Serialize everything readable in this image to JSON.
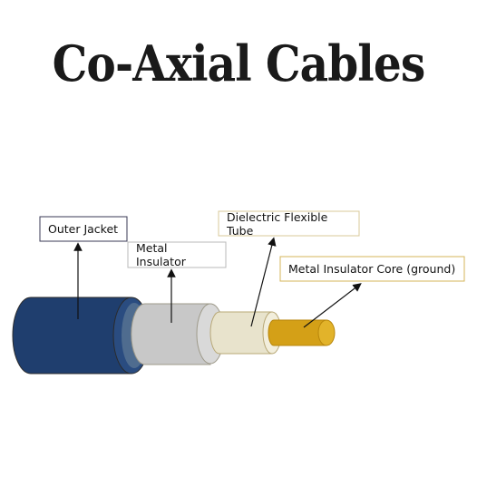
{
  "title": "Co-Axial Cables",
  "labels": {
    "outer_jacket": "Outer Jacket",
    "metal_insulator": "Metal Insulator",
    "dielectric_tube": "Dielectric Flexible Tube",
    "core": "Metal Insulator Core (ground)"
  },
  "colors": {
    "outer_jacket": "#1f3e6e",
    "metal_insulator": "#c8c8c8",
    "dielectric_tube": "#e8e3cc",
    "core": "#d4a017",
    "outer_jacket_border": "#2b2b2b",
    "metal_insulator_border": "#9e9a8a",
    "dielectric_tube_border": "#b8a876",
    "core_border": "#b8860b"
  }
}
